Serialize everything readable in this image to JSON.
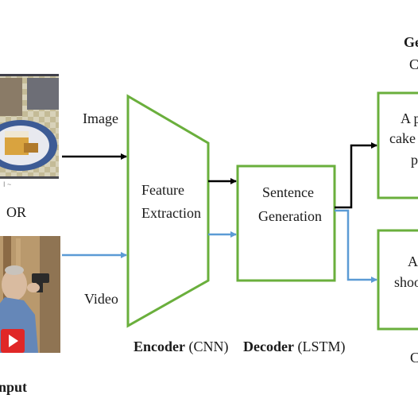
{
  "labels": {
    "image": "Image",
    "video": "Video",
    "or": "OR",
    "input": "nput",
    "feature_extraction_line1": "Feature",
    "feature_extraction_line2": "Extraction",
    "sentence_generation_line1": "Sentence",
    "sentence_generation_line2": "Generation",
    "encoder_bold": "Encoder",
    "encoder_paren": " (CNN)",
    "decoder_bold": "Decoder",
    "decoder_paren": " (LSTM)",
    "generated_line1": "Ge",
    "generated_line2": "C",
    "output_bottom": "C"
  },
  "caption_image": {
    "line1": "A p",
    "line2": "cake",
    "line3": "p"
  },
  "caption_video": {
    "line1": "A",
    "line2": "shoo"
  },
  "colors": {
    "box_green": "#6aaf3c",
    "arrow_black": "#000000",
    "arrow_blue": "#5b9bd5",
    "play_red": "#e02727"
  },
  "icons": {
    "image_thumb": "cake-plate-photo",
    "video_thumb": "man-with-gun-video-frame",
    "play": "play-button-icon"
  }
}
